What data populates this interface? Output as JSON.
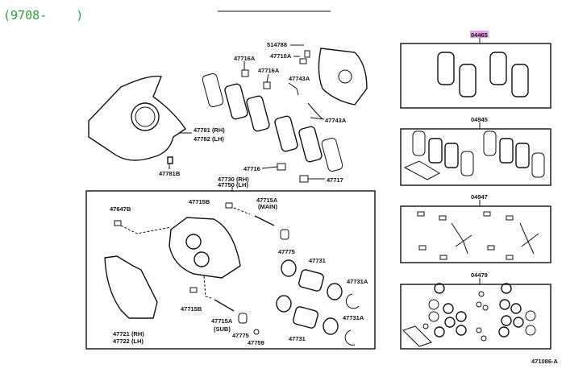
{
  "header": {
    "model_range": "(9708-    )"
  },
  "upper_labels": {
    "l514788": "514788",
    "l47710A": "47710A",
    "l47716A_1": "47716A",
    "l47716A_2": "47716A",
    "l47743A_1": "47743A",
    "l47743A_2": "47743A",
    "l47781": "47781 (RH)",
    "l47782": "47782 (LH)",
    "l47781B": "47781B",
    "l47716": "47716",
    "l47717": "47717",
    "l47730": "47730 (RH)",
    "l47750": "47750 (LH)"
  },
  "lower_labels": {
    "l47715B_1": "47715B",
    "l47715A_main": "47715A",
    "main": "(MAIN)",
    "l47647B": "47647B",
    "l47775_1": "47775",
    "l47731_1": "47731",
    "l47731A_1": "47731A",
    "l47715B_2": "47715B",
    "l47715A_sub": "47715A",
    "sub": "(SUB)",
    "l47775_2": "47775",
    "l47759": "47759",
    "l47731_2": "47731",
    "l47731A_2": "47731A",
    "l47721": "47721 (RH)",
    "l47722": "47722 (LH)"
  },
  "kits": [
    {
      "code": "04465",
      "highlighted": true
    },
    {
      "code": "04945"
    },
    {
      "code": "04947"
    },
    {
      "code": "04479"
    }
  ],
  "footer": {
    "diagram_id": "471086-A"
  },
  "colors": {
    "model_range": "#2e9e3a",
    "highlight": "#e6a6e6"
  }
}
